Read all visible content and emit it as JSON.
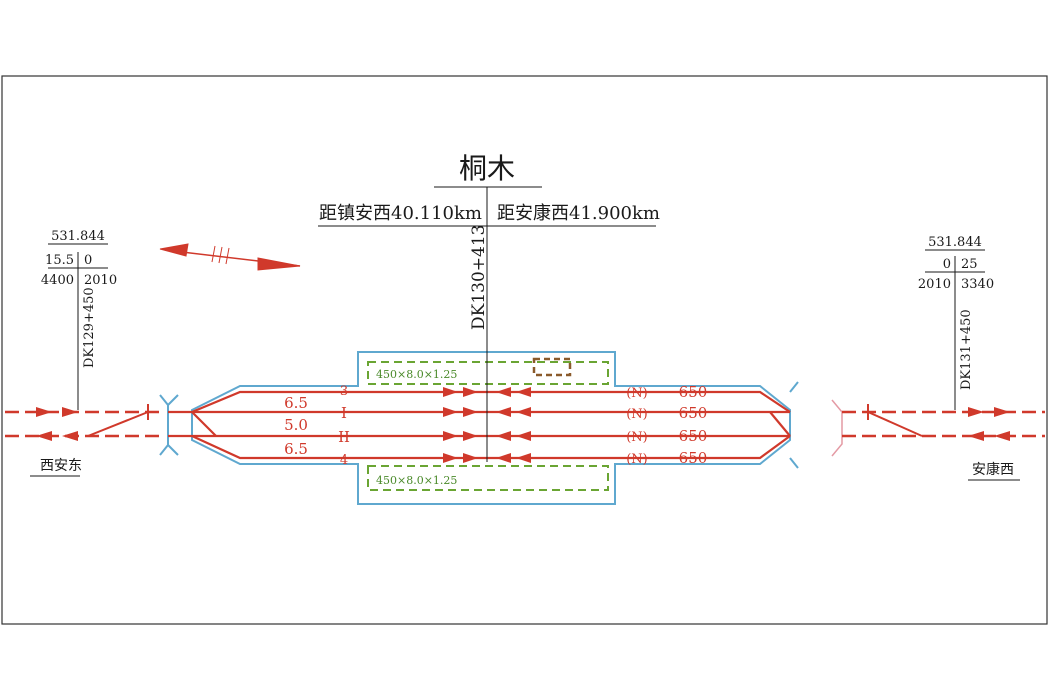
{
  "station": {
    "name": "桐木",
    "dist_left": "距镇安西40.110km",
    "dist_right": "距安康西41.900km",
    "center_mileage": "DK130+413"
  },
  "left_signal": {
    "elevation": "531.844",
    "grade_left": "15.5",
    "grade_right": "0",
    "length_left": "4400",
    "length_right": "2010",
    "mileage": "DK129+450",
    "direction_label": "西安东"
  },
  "right_signal": {
    "elevation": "531.844",
    "grade_left": "0",
    "grade_right": "25",
    "length_left": "2010",
    "length_right": "3340",
    "mileage": "DK131+450",
    "direction_label": "安康西"
  },
  "tracks": [
    {
      "name": "3",
      "spacing": "6.5",
      "marker": "(N)",
      "length": "650"
    },
    {
      "name": "I",
      "spacing": "5.0",
      "marker": "(N)",
      "length": "650"
    },
    {
      "name": "II",
      "spacing": "6.5",
      "marker": "(N)",
      "length": "650"
    },
    {
      "name": "4",
      "spacing": "",
      "marker": "(N)",
      "length": "650"
    }
  ],
  "platforms": {
    "top": "450×8.0×1.25",
    "bottom": "450×8.0×1.25"
  },
  "colors": {
    "track": "#d0392b",
    "station_outline": "#5fa8cf",
    "platform": "#6aa533",
    "building": "#8a5a2b",
    "text": "#1a1a1a"
  }
}
